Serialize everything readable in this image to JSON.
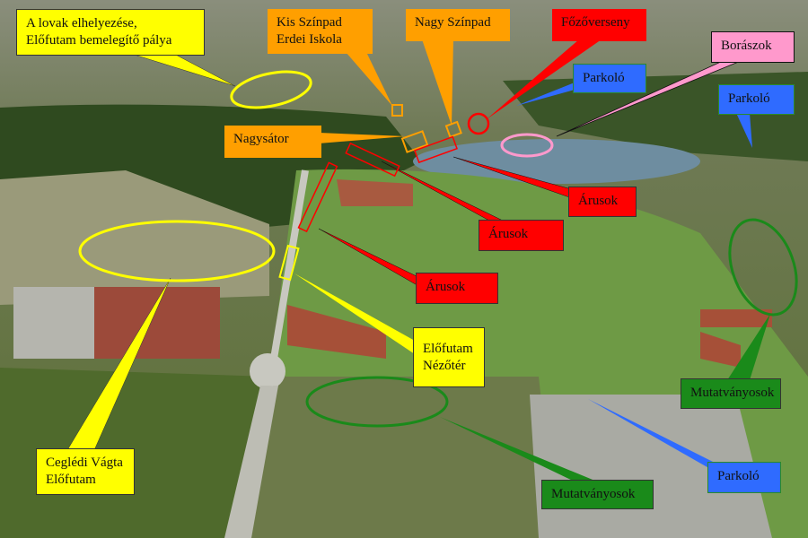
{
  "colors": {
    "yellow": "#ffff00",
    "orange": "#ff9f00",
    "red": "#ff0000",
    "pink": "#ff99cc",
    "blue": "#2f6bff",
    "green": "#1a8a1a"
  },
  "labels": {
    "horses": [
      "A lovak elhelyezése,",
      "Előfutam bemelegítő pálya"
    ],
    "small_stage": [
      "Kis Színpad",
      "Erdei Iskola"
    ],
    "big_stage": "Nagy Színpad",
    "cooking": "Főzőverseny",
    "winemakers": "Borászok",
    "parking_1": "Parkoló",
    "parking_2": "Parkoló",
    "parking_3": "Parkoló",
    "big_tent": "Nagysátor",
    "vendors_1": "Árusok",
    "vendors_2": "Árusok",
    "vendors_3": "Árusok",
    "grandstand": [
      "Előfutam",
      "Nézőtér"
    ],
    "race": [
      "Ceglédi Vágta",
      "Előfutam"
    ],
    "performers_1": "Mutatványosok",
    "performers_2": "Mutatványosok"
  }
}
